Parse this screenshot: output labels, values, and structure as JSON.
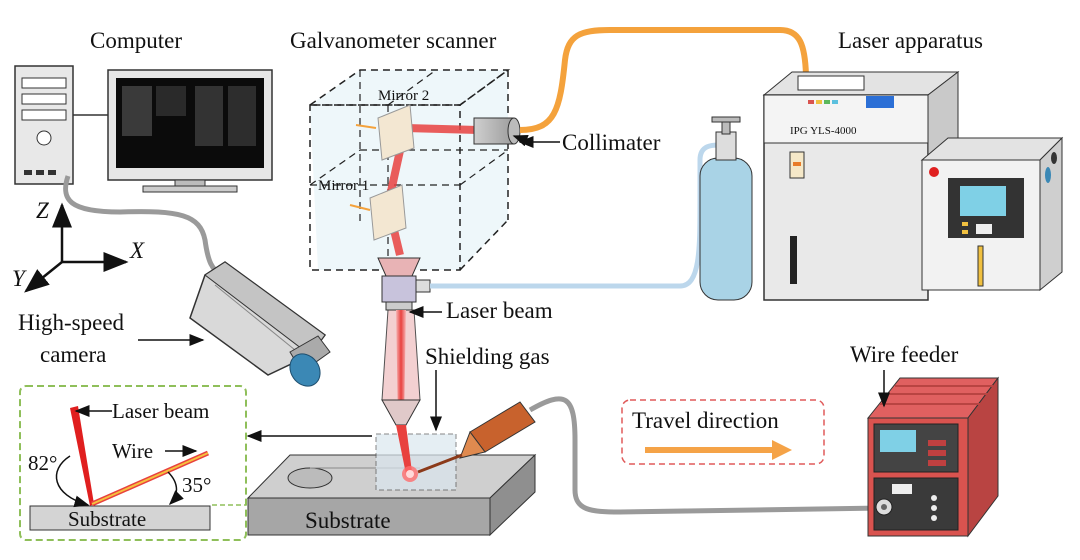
{
  "labels": {
    "computer": "Computer",
    "galvanometer": "Galvanometer scanner",
    "laser_apparatus": "Laser apparatus",
    "mirror2": "Mirror 2",
    "mirror1": "Mirror 1",
    "collimater": "Collimater",
    "laser_model": "IPG YLS-4000",
    "axis_z": "Z",
    "axis_x": "X",
    "axis_y": "Y",
    "laser_beam": "Laser beam",
    "camera_line1": "High-speed",
    "camera_line2": "camera",
    "shielding_gas": "Shielding gas",
    "wire_feeder": "Wire feeder",
    "travel_direction": "Travel direction",
    "substrate": "Substrate"
  },
  "inset": {
    "laser_beam": "Laser beam",
    "wire": "Wire",
    "angle_beam": "82°",
    "angle_wire": "35°",
    "substrate": "Substrate"
  },
  "colors": {
    "laser": "#e8413e",
    "fiber": "#f4a23c",
    "gas_line": "#bcd7ec",
    "cable": "#9a9a9a",
    "feeder": "#d9534f",
    "inset_border": "#8fbf5a",
    "travel_border": "#e05a5a",
    "arrow": "#f5a347"
  }
}
